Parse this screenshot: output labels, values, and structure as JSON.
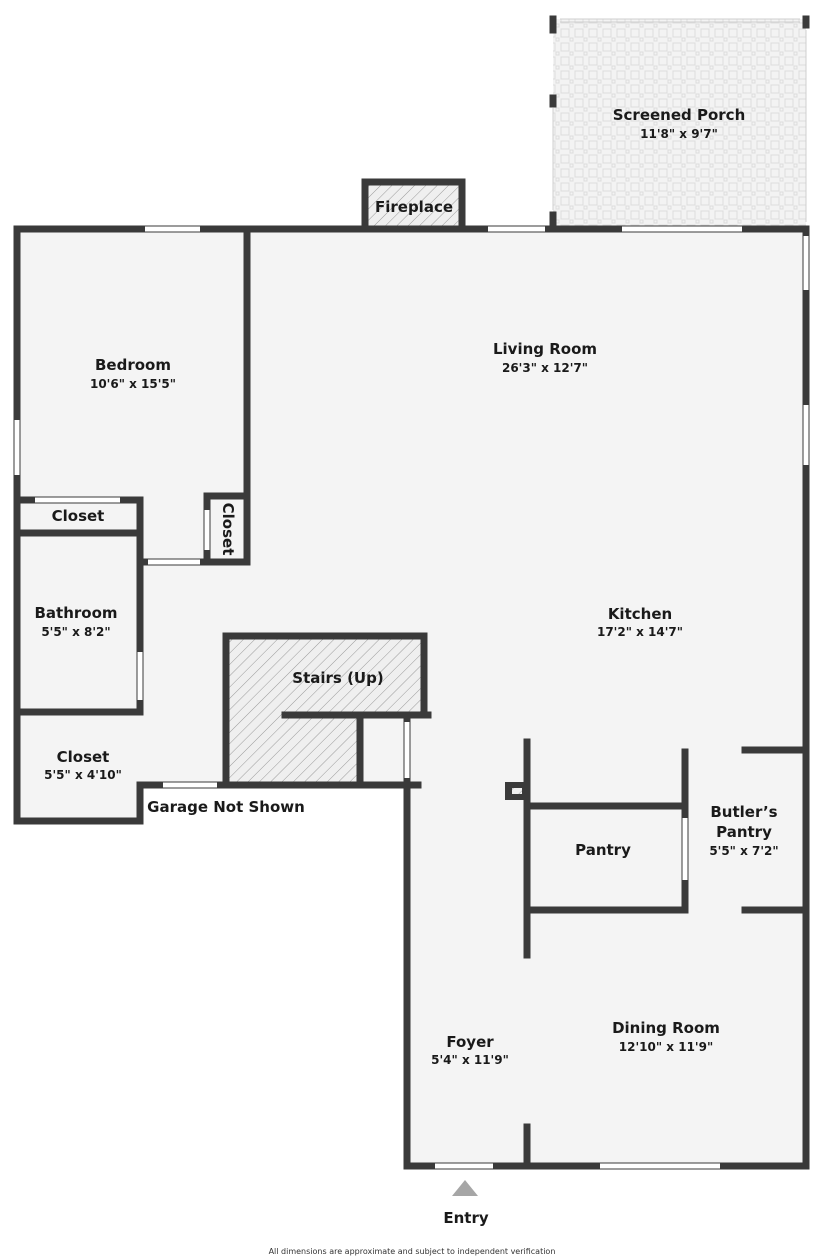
{
  "rooms": {
    "screened_porch": {
      "name": "Screened Porch",
      "dim": "11'8\" x 9'7\""
    },
    "fireplace": {
      "name": "Fireplace"
    },
    "living_room": {
      "name": "Living Room",
      "dim": "26'3\" x 12'7\""
    },
    "bedroom": {
      "name": "Bedroom",
      "dim": "10'6\" x 15'5\""
    },
    "closet_bedroom": {
      "name": "Closet"
    },
    "closet_small": {
      "name": "Closet"
    },
    "bathroom": {
      "name": "Bathroom",
      "dim": "5'5\" x 8'2\""
    },
    "kitchen": {
      "name": "Kitchen",
      "dim": "17'2\" x 14'7\""
    },
    "stairs": {
      "name": "Stairs (Up)"
    },
    "closet_lower": {
      "name": "Closet",
      "dim": "5'5\" x 4'10\""
    },
    "garage": {
      "name": "Garage Not Shown"
    },
    "pantry": {
      "name": "Pantry"
    },
    "butlers_pantry": {
      "name1": "Butler’s",
      "name2": "Pantry",
      "dim": "5'5\" x 7'2\""
    },
    "foyer": {
      "name": "Foyer",
      "dim": "5'4\" x 11'9\""
    },
    "dining_room": {
      "name": "Dining Room",
      "dim": "12'10\" x 11'9\""
    }
  },
  "entry": {
    "label": "Entry"
  },
  "disclaimer": "All dimensions are approximate and subject to independent verification",
  "colors": {
    "wall": "#3a3a3a",
    "floor": "#f4f4f4",
    "entry_arrow": "#a6a6a6"
  }
}
